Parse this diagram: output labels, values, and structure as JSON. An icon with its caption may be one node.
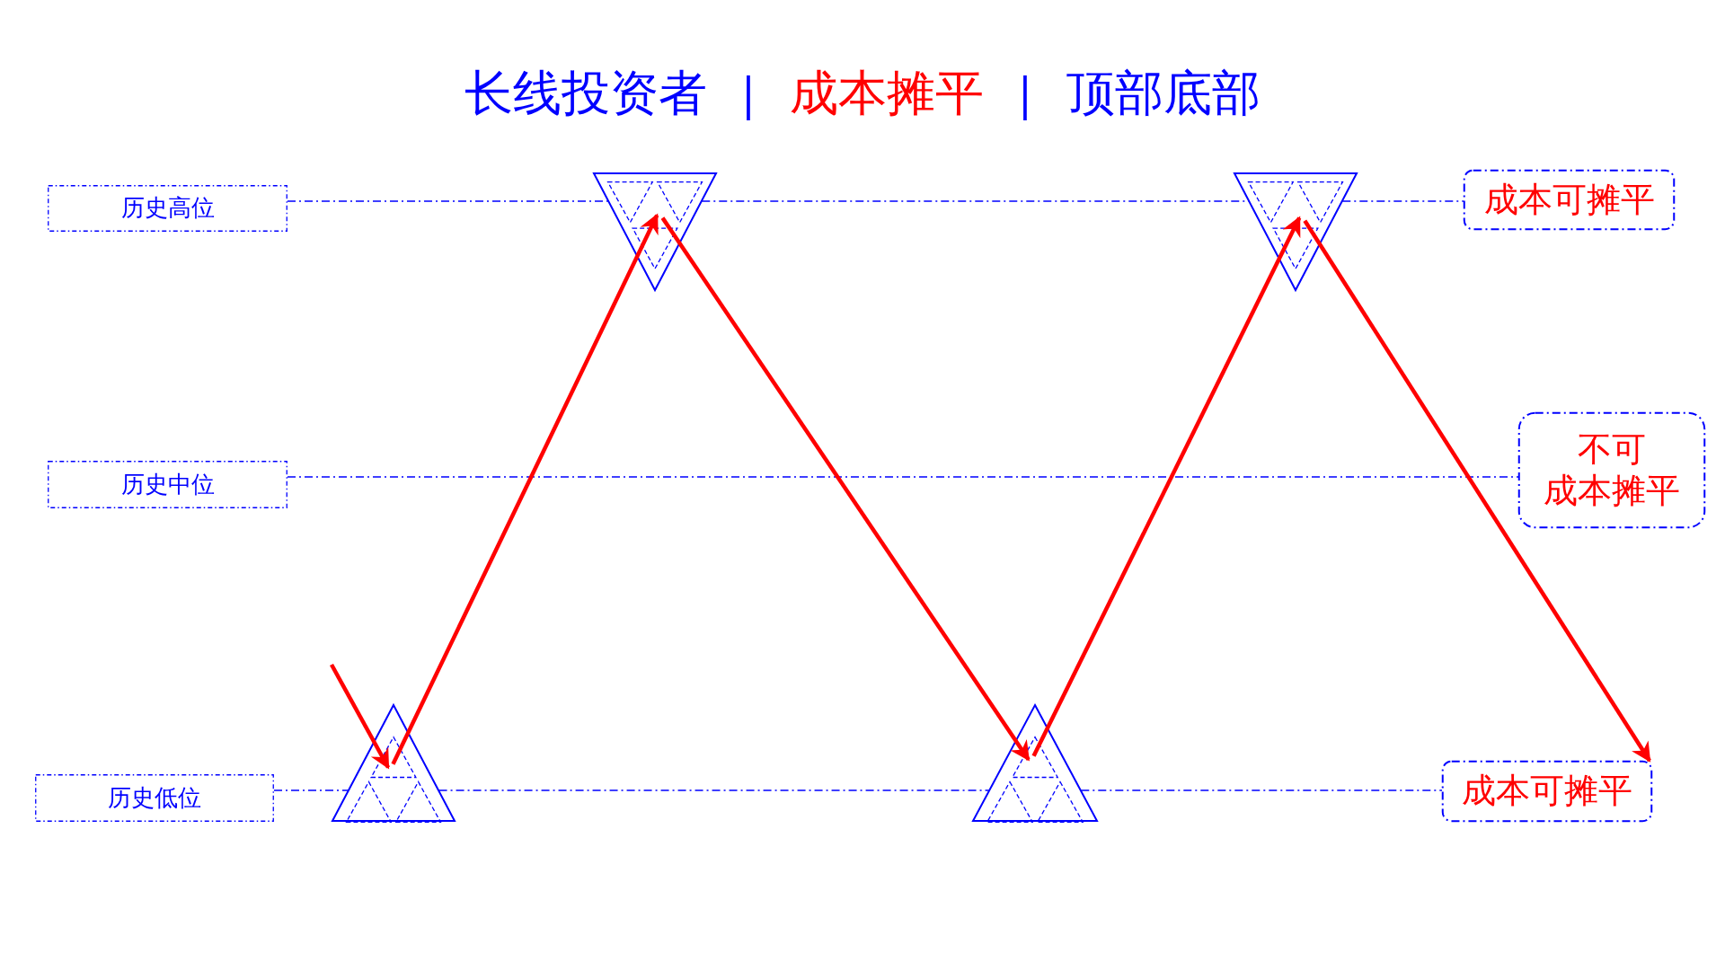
{
  "diagram": {
    "nodes": [
      {
        "text": [
          "历史高位"
        ]
      },
      {
        "text": [
          "成本可摊平"
        ]
      },
      {
        "text": [
          "历史中位"
        ]
      },
      {
        "text": [
          "不可",
          "成本摊平"
        ]
      },
      {
        "text": [
          "历史低位"
        ]
      },
      {
        "text": [
          "成本可摊平"
        ]
      },
      {
        "text": [],
        "shape": "triangle"
      },
      {
        "text": [],
        "shape": "triangle"
      },
      {
        "text": [],
        "shape": "triangle"
      },
      {
        "text": [],
        "shape": "triangle"
      }
    ],
    "edges": [
      {
        "from": 0,
        "to": 7,
        "arrow": "none",
        "style": "dashed",
        "color": "#0000ff"
      },
      {
        "from": 7,
        "to": 9,
        "arrow": "none",
        "style": "dashed",
        "color": "#0000ff"
      },
      {
        "from": 9,
        "to": 1,
        "arrow": "none",
        "style": "dashed",
        "color": "#0000ff"
      },
      {
        "from": 2,
        "to": 3,
        "arrow": "none",
        "style": "dashed",
        "color": "#0000ff"
      },
      {
        "from": 4,
        "to": 6,
        "arrow": "none",
        "style": "dashed",
        "color": "#0000ff"
      },
      {
        "from": 6,
        "to": 8,
        "arrow": "none",
        "style": "dashed",
        "color": "#0000ff"
      },
      {
        "from": 8,
        "to": 5,
        "arrow": "none",
        "style": "dashed",
        "color": "#0000ff"
      },
      {
        "from": null,
        "to": 6,
        "arrow": "to",
        "style": "thick",
        "color": "#ff0000"
      },
      {
        "from": 6,
        "to": 7,
        "arrow": "to",
        "style": "thick",
        "color": "#ff0000"
      },
      {
        "from": 7,
        "to": 8,
        "arrow": "to",
        "style": "thick",
        "color": "#ff0000"
      },
      {
        "from": 8,
        "to": 9,
        "arrow": "to",
        "style": "thick",
        "color": "#ff0000"
      },
      {
        "from": 9,
        "to": 5,
        "arrow": "to",
        "style": "thick",
        "color": "#ff0000"
      }
    ],
    "labels": [
      "长线投资者",
      "|",
      "成本摊平",
      "|",
      "顶部底部"
    ]
  }
}
